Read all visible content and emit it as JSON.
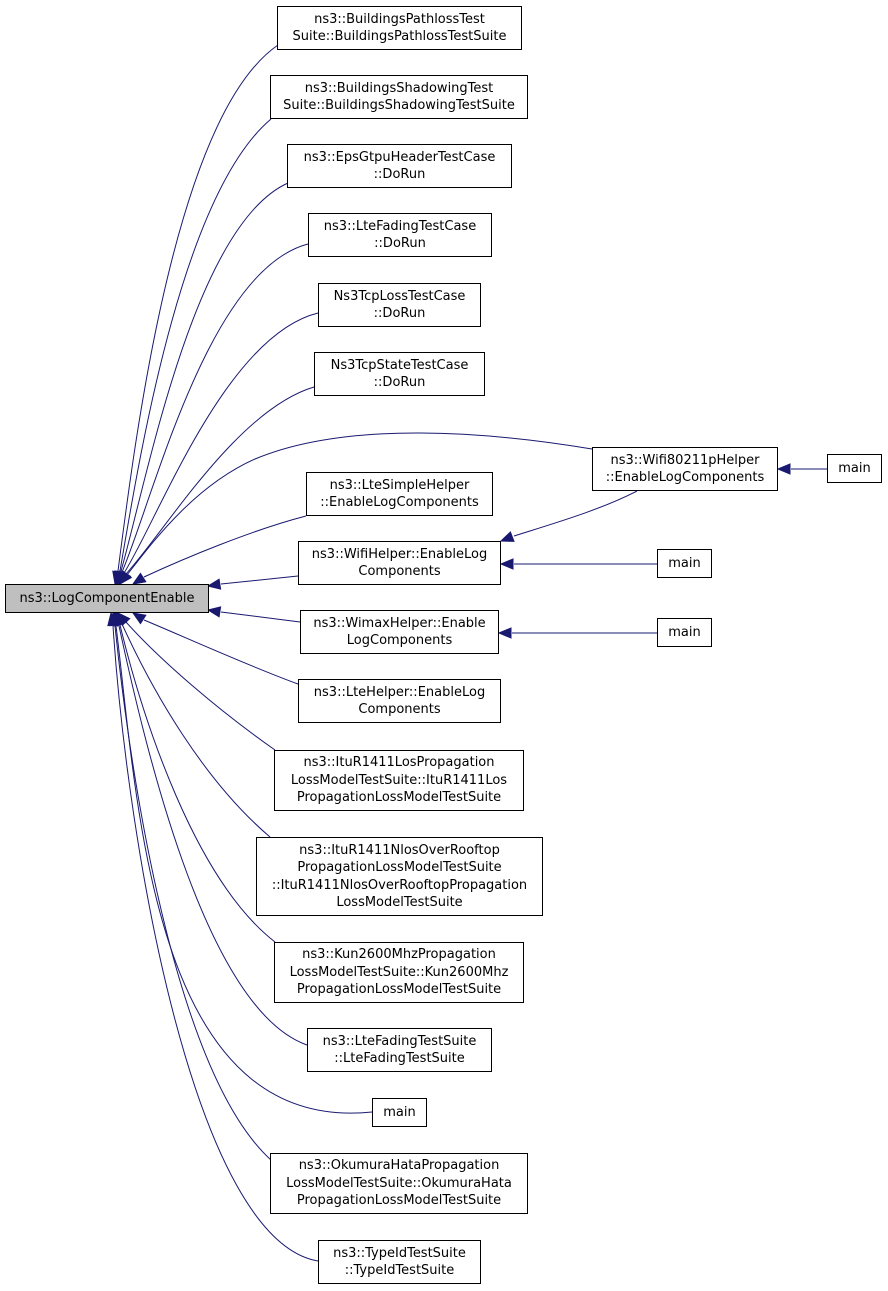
{
  "colors": {
    "edge": "#191970",
    "root_fill": "#bfbfbf",
    "node_fill": "#ffffff",
    "border": "#000000"
  },
  "root": {
    "lines": [
      "ns3::LogComponentEnable"
    ]
  },
  "nodes": [
    {
      "id": "buildings-pathloss",
      "lines": [
        "ns3::BuildingsPathlossTest",
        "Suite::BuildingsPathlossTestSuite"
      ]
    },
    {
      "id": "buildings-shadowing",
      "lines": [
        "ns3::BuildingsShadowingTest",
        "Suite::BuildingsShadowingTestSuite"
      ]
    },
    {
      "id": "eps-gtpu",
      "lines": [
        "ns3::EpsGtpuHeaderTestCase",
        "::DoRun"
      ]
    },
    {
      "id": "lte-fading-case",
      "lines": [
        "ns3::LteFadingTestCase",
        "::DoRun"
      ]
    },
    {
      "id": "tcp-loss",
      "lines": [
        "Ns3TcpLossTestCase",
        "::DoRun"
      ]
    },
    {
      "id": "tcp-state",
      "lines": [
        "Ns3TcpStateTestCase",
        "::DoRun"
      ]
    },
    {
      "id": "wifi80211p",
      "lines": [
        "ns3::Wifi80211pHelper",
        "::EnableLogComponents"
      ]
    },
    {
      "id": "main-wifi80211p",
      "lines": [
        "main"
      ]
    },
    {
      "id": "lte-simple",
      "lines": [
        "ns3::LteSimpleHelper",
        "::EnableLogComponents"
      ]
    },
    {
      "id": "wifi-helper",
      "lines": [
        "ns3::WifiHelper::EnableLog",
        "Components"
      ]
    },
    {
      "id": "main-wifi",
      "lines": [
        "main"
      ]
    },
    {
      "id": "wimax-helper",
      "lines": [
        "ns3::WimaxHelper::Enable",
        "LogComponents"
      ]
    },
    {
      "id": "main-wimax",
      "lines": [
        "main"
      ]
    },
    {
      "id": "lte-helper",
      "lines": [
        "ns3::LteHelper::EnableLog",
        "Components"
      ]
    },
    {
      "id": "itu-los",
      "lines": [
        "ns3::ItuR1411LosPropagation",
        "LossModelTestSuite::ItuR1411Los",
        "PropagationLossModelTestSuite"
      ]
    },
    {
      "id": "itu-nlos",
      "lines": [
        "ns3::ItuR1411NlosOverRooftop",
        "PropagationLossModelTestSuite",
        "::ItuR1411NlosOverRooftopPropagation",
        "LossModelTestSuite"
      ]
    },
    {
      "id": "kun2600",
      "lines": [
        "ns3::Kun2600MhzPropagation",
        "LossModelTestSuite::Kun2600Mhz",
        "PropagationLossModelTestSuite"
      ]
    },
    {
      "id": "lte-fading-suite",
      "lines": [
        "ns3::LteFadingTestSuite",
        "::LteFadingTestSuite"
      ]
    },
    {
      "id": "main-direct",
      "lines": [
        "main"
      ]
    },
    {
      "id": "okumura",
      "lines": [
        "ns3::OkumuraHataPropagation",
        "LossModelTestSuite::OkumuraHata",
        "PropagationLossModelTestSuite"
      ]
    },
    {
      "id": "typeid",
      "lines": [
        "ns3::TypeIdTestSuite",
        "::TypeIdTestSuite"
      ]
    }
  ],
  "edges": [
    {
      "from": "buildings-pathloss",
      "to": "root"
    },
    {
      "from": "buildings-shadowing",
      "to": "root"
    },
    {
      "from": "eps-gtpu",
      "to": "root"
    },
    {
      "from": "lte-fading-case",
      "to": "root"
    },
    {
      "from": "tcp-loss",
      "to": "root"
    },
    {
      "from": "tcp-state",
      "to": "root"
    },
    {
      "from": "wifi80211p",
      "to": "root"
    },
    {
      "from": "lte-simple",
      "to": "root"
    },
    {
      "from": "wifi-helper",
      "to": "root"
    },
    {
      "from": "wimax-helper",
      "to": "root"
    },
    {
      "from": "lte-helper",
      "to": "root"
    },
    {
      "from": "itu-los",
      "to": "root"
    },
    {
      "from": "itu-nlos",
      "to": "root"
    },
    {
      "from": "kun2600",
      "to": "root"
    },
    {
      "from": "lte-fading-suite",
      "to": "root"
    },
    {
      "from": "main-direct",
      "to": "root"
    },
    {
      "from": "okumura",
      "to": "root"
    },
    {
      "from": "typeid",
      "to": "root"
    },
    {
      "from": "main-wifi80211p",
      "to": "wifi80211p"
    },
    {
      "from": "wifi80211p",
      "to": "wifi-helper"
    },
    {
      "from": "main-wifi",
      "to": "wifi-helper"
    },
    {
      "from": "main-wimax",
      "to": "wimax-helper"
    }
  ]
}
